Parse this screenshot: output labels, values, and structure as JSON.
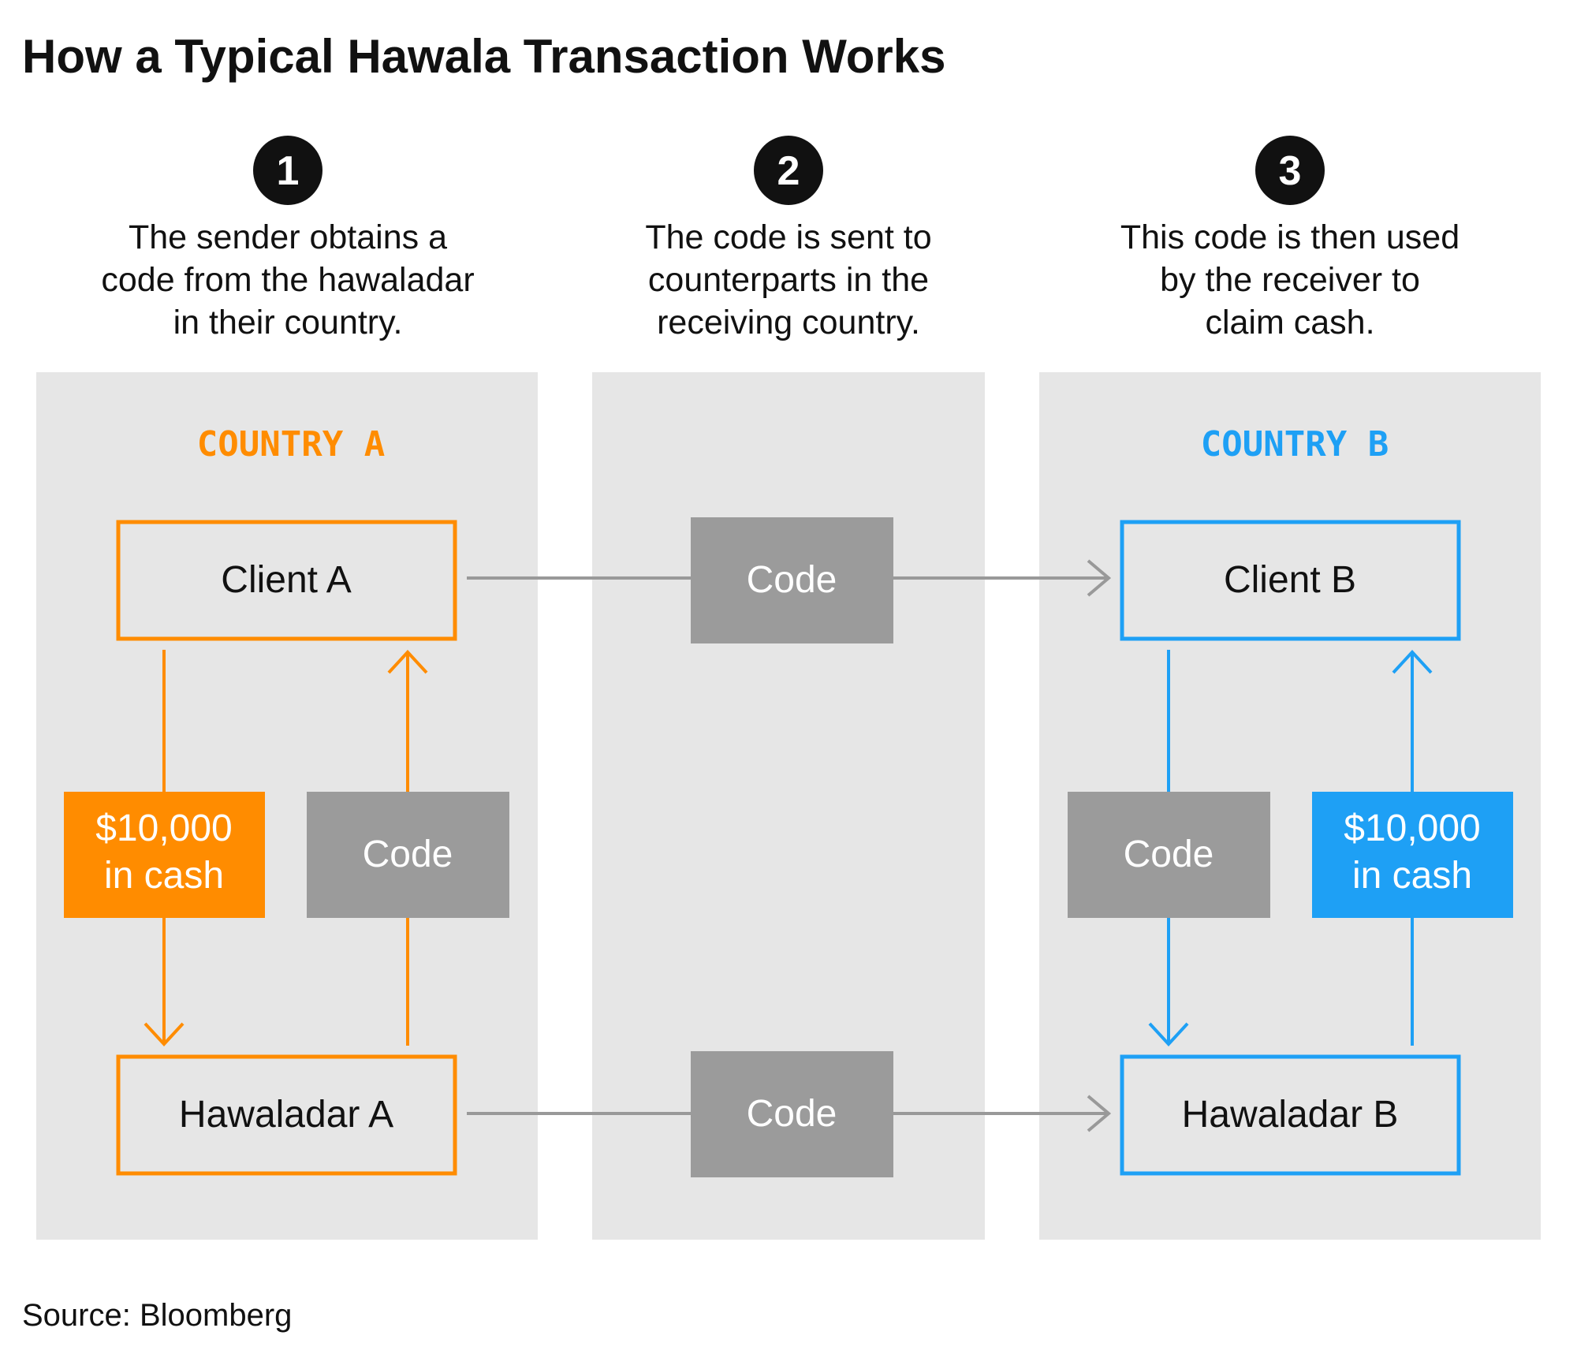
{
  "title": "How a Typical Hawala Transaction Works",
  "steps": [
    {
      "number": "1",
      "lines": [
        "The sender obtains a",
        "code from the hawaladar",
        "in their country."
      ]
    },
    {
      "number": "2",
      "lines": [
        "The code is sent to",
        "counterparts in the",
        "receiving country."
      ]
    },
    {
      "number": "3",
      "lines": [
        "This code is then used",
        "by the receiver to",
        "claim cash."
      ]
    }
  ],
  "regions": {
    "country_a": "COUNTRY A",
    "country_b": "COUNTRY B"
  },
  "nodes": {
    "client_a": "Client A",
    "hawaladar_a": "Hawaladar A",
    "client_b": "Client B",
    "hawaladar_b": "Hawaladar B"
  },
  "flows": {
    "cash_a": [
      "$10,000",
      "in cash"
    ],
    "code_a": "Code",
    "code_top": "Code",
    "code_bottom": "Code",
    "code_b": "Code",
    "cash_b": [
      "$10,000",
      "in cash"
    ]
  },
  "source": "Source: Bloomberg",
  "colors": {
    "orange": "#FF8C00",
    "blue": "#1EA0F5",
    "code_gray": "#9B9B9B",
    "panel_gray": "#E6E6E6",
    "arrow_gray": "#999999",
    "text": "#111111",
    "white": "#ffffff"
  }
}
